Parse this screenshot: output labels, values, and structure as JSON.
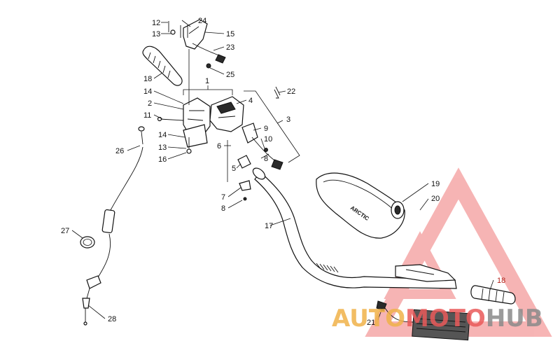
{
  "callouts": {
    "c1": "1",
    "c2": "2",
    "c3": "3",
    "c4": "4",
    "c5": "5",
    "c6": "6",
    "c7": "7",
    "c8a": "8",
    "c8b": "8",
    "c9": "9",
    "c10": "10",
    "c11": "11",
    "c12": "12",
    "c13a": "13",
    "c13b": "13",
    "c14a": "14",
    "c14b": "14",
    "c15": "15",
    "c16": "16",
    "c17": "17",
    "c18a": "18",
    "c18b": "18",
    "c19": "19",
    "c20": "20",
    "c21": "21",
    "c22": "22",
    "c23": "23",
    "c24": "24",
    "c25": "25",
    "c26": "26",
    "c27": "27",
    "c28": "28"
  },
  "pad_text": "ARCTIC",
  "watermark": {
    "part1": "AUTO",
    "part2": "MOTO",
    "part3": "HUB",
    "color_orange": "#f0b24a",
    "color_red": "#ea5a5a",
    "color_gray": "#8a8a8a",
    "triangle_color": "#f07878"
  }
}
